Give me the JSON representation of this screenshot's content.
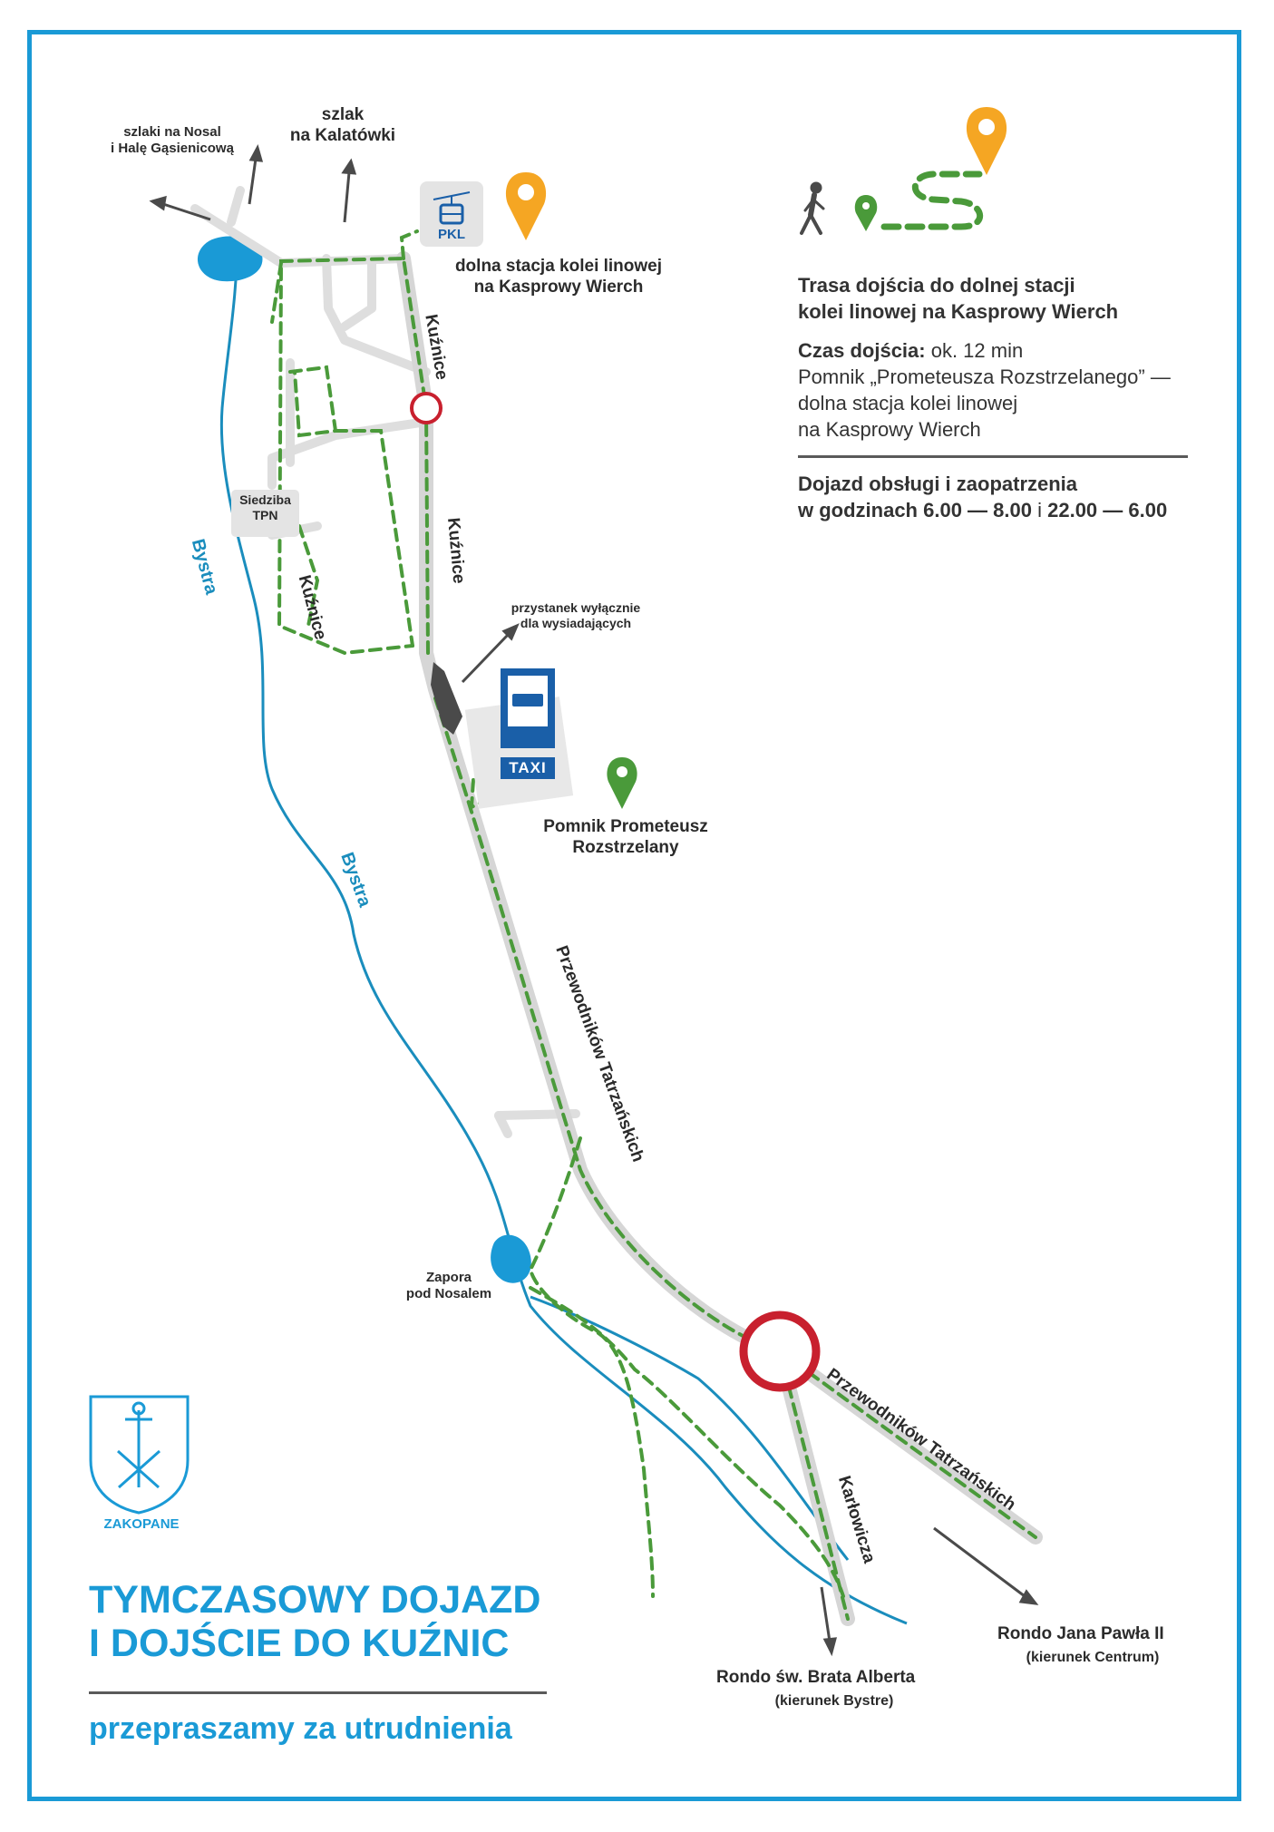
{
  "labels": {
    "trail_nosal": "szlaki na Nosal\ni Halę Gąsienicową",
    "trail_kalatowki": "szlak\nna Kalatówki",
    "lower_station": "dolna stacja kolei linowej\nna Kasprowy Wierch",
    "pkl": "PKL",
    "seat_tpn": "Siedziba\nTPN",
    "bus_stop_note": "przystanek wyłącznie\ndla wysiadających",
    "taxi": "TAXI",
    "monument": "Pomnik Prometeusz\nRozstrzelany",
    "dam": "Zapora\npod Nosalem",
    "rondo_jp2": "Rondo Jana Pawła II",
    "rondo_jp2_dir": "(kierunek Centrum)",
    "rondo_alberta": "Rondo św. Brata Alberta",
    "rondo_alberta_dir": "(kierunek Bystre)",
    "coa_name": "ZAKOPANE"
  },
  "streets": {
    "kuznice_1": "Kuźnice",
    "kuznice_2": "Kuźnice",
    "kuznice_3": "Kuźnice",
    "przewodnikow_1": "Przewodników Tatrzańskich",
    "przewodnikow_2": "Przewodników Tatrzańskich",
    "karlowicza": "Karłowicza",
    "bystra_1": "Bystra",
    "bystra_2": "Bystra"
  },
  "legend": {
    "route_title_1": "Trasa dojścia do dolnej stacji",
    "route_title_2": "kolei linowej na Kasprowy Wierch",
    "time_label": "Czas dojścia:",
    "time_value": " ok. 12 min",
    "time_line_2": "Pomnik „Prometeusza Rozstrzelanego” —",
    "time_line_3": "dolna stacja kolei linowej",
    "time_line_4": "na Kasprowy Wierch",
    "service_1": "Dojazd obsługi i zaopatrzenia",
    "service_2a": "w godzinach 6.00 — 8.00",
    "service_2b": " i ",
    "service_2c": "22.00 — 6.00"
  },
  "title": {
    "line1": "TYMCZASOWY DOJAZD",
    "line2": "I DOJŚCIE DO KUŹNIC",
    "subtitle": "przepraszamy za utrudnienia"
  },
  "colors": {
    "accent_blue": "#1a9ad6",
    "route_green": "#4a9a3a",
    "pin_orange": "#f5a623",
    "rondo_red": "#c8202e",
    "road_gray": "#d6d6d6",
    "river_blue": "#1a8dbd"
  },
  "icons": [
    "walking-person-icon",
    "map-pin-icon",
    "cable-car-icon",
    "bus-icon",
    "arrow-icon",
    "coat-of-arms-icon"
  ]
}
